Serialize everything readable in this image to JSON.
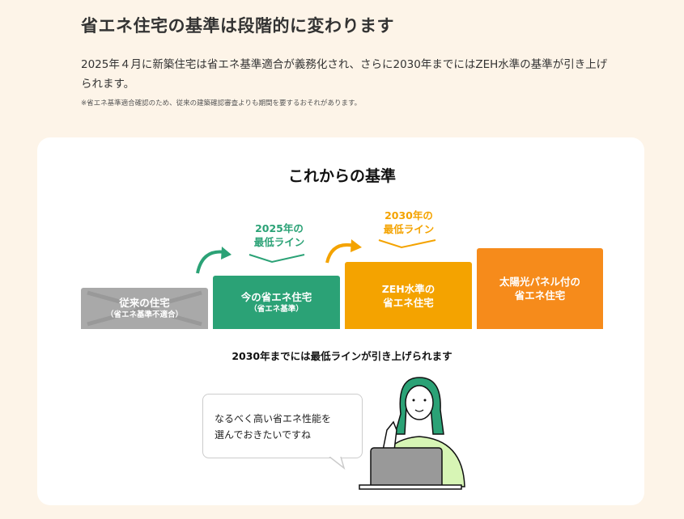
{
  "header": {
    "title": "省エネ住宅の基準は段階的に変わります",
    "lead": "2025年４月に新築住宅は省エネ基準適合が義務化され、さらに2030年までにはZEH水準の基準が引き上げられます。",
    "note": "※省エネ基準適合確認のため、従来の建築確認審査よりも期間を要するおそれがあります。"
  },
  "card": {
    "title": "これからの基準",
    "bars": [
      {
        "label": "従来の住宅",
        "sub": "（省エネ基準不適合）",
        "color": "#a9a9a9"
      },
      {
        "label": "今の省エネ住宅",
        "sub": "（省エネ基準）",
        "color": "#2ba276"
      },
      {
        "label": "ZEH水準の",
        "sub": "省エネ住宅",
        "color": "#f4a300"
      },
      {
        "label": "太陽光パネル付の",
        "sub": "省エネ住宅",
        "color": "#f68b1b"
      }
    ],
    "line2025": {
      "year": "2025年の",
      "label": "最低ライン"
    },
    "line2030": {
      "year": "2030年の",
      "label": "最低ライン"
    },
    "caption": "2030年までには最低ラインが引き上げられます",
    "bubble": {
      "line1": "なるべく高い省エネ性能を",
      "line2": "選んでおきたいですね"
    }
  }
}
